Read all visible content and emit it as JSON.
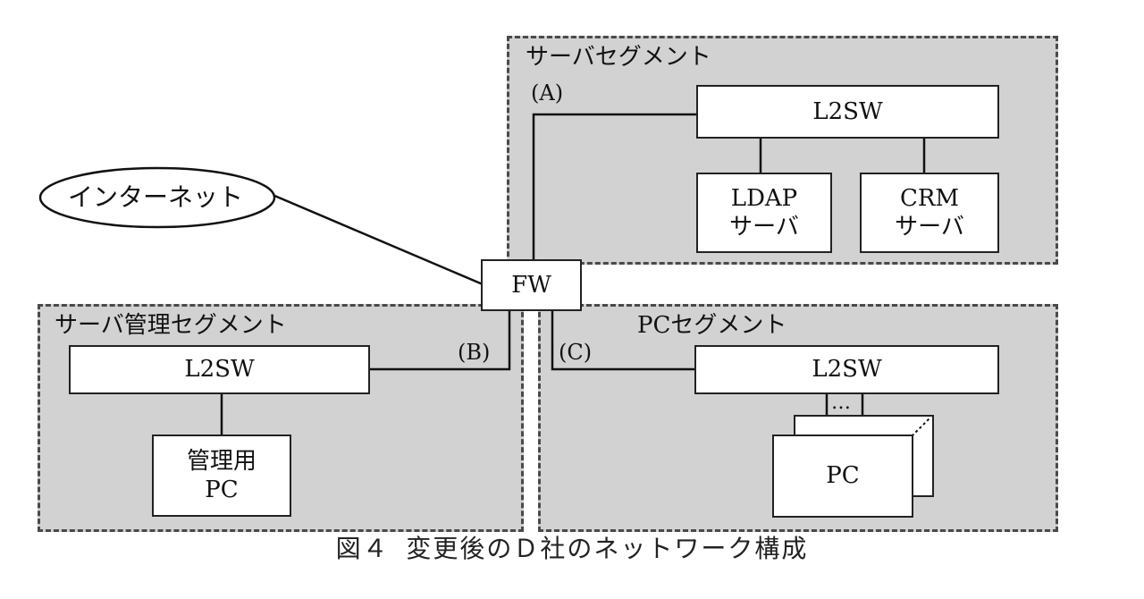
{
  "segments": {
    "server": {
      "title": "サーバセグメント"
    },
    "server_mgmt": {
      "title": "サーバ管理セグメント"
    },
    "pc": {
      "title": "PCセグメント"
    }
  },
  "nodes": {
    "internet": "インターネット",
    "fw": "FW",
    "l2sw_server": "L2SW",
    "ldap_line1": "LDAP",
    "ldap_line2": "サーバ",
    "crm_line1": "CRM",
    "crm_line2": "サーバ",
    "l2sw_mgmt": "L2SW",
    "mgmt_pc_line1": "管理用",
    "mgmt_pc_line2": "PC",
    "l2sw_pc": "L2SW",
    "pc": "PC",
    "ellipsis": "…"
  },
  "links": {
    "a": "(A)",
    "b": "(B)",
    "c": "(C)"
  },
  "caption": "図４ 変更後のＤ社のネットワーク構成"
}
